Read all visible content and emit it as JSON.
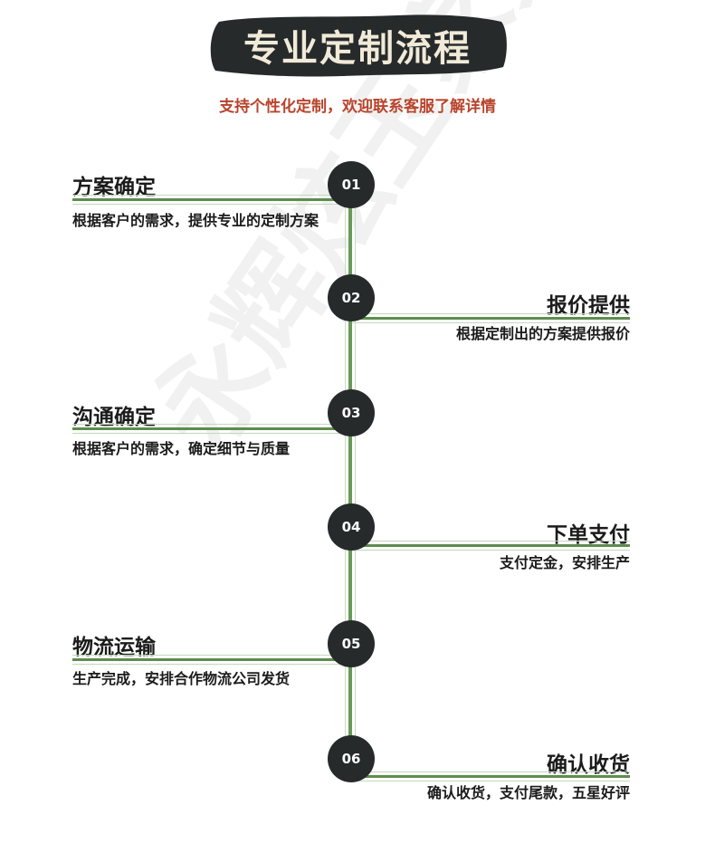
{
  "header": {
    "title": "专业定制流程",
    "subtitle": "支持个性化定制，欢迎联系客服了解详情"
  },
  "watermark": "永辉炫玉家具",
  "colors": {
    "badge": "#262a2b",
    "rule_green": "#5e8c4f",
    "subtitle_red": "#b9432c",
    "title_text": "#f1ead8"
  },
  "steps": [
    {
      "number": "01",
      "title": "方案确定",
      "desc": "根据客户的需求，提供专业的定制方案",
      "side": "left"
    },
    {
      "number": "02",
      "title": "报价提供",
      "desc": "根据定制出的方案提供报价",
      "side": "right"
    },
    {
      "number": "03",
      "title": "沟通确定",
      "desc": "根据客户的需求，确定细节与质量",
      "side": "left"
    },
    {
      "number": "04",
      "title": "下单支付",
      "desc": "支付定金，安排生产",
      "side": "right"
    },
    {
      "number": "05",
      "title": "物流运输",
      "desc": "生产完成，安排合作物流公司发货",
      "side": "left"
    },
    {
      "number": "06",
      "title": "确认收货",
      "desc": "确认收货，支付尾款，五星好评",
      "side": "right"
    }
  ]
}
